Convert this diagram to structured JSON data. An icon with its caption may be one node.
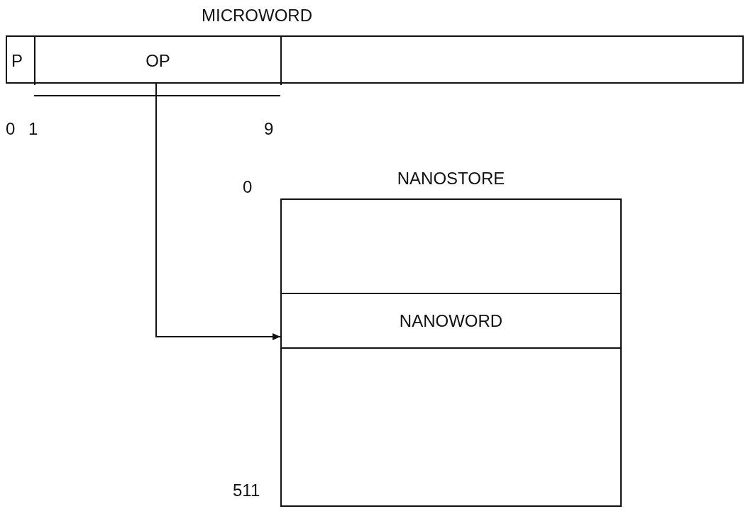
{
  "diagram": {
    "nodes": [
      {
        "text": [
          "MICROWORD"
        ]
      },
      {
        "text": [
          "P"
        ],
        "in": 0
      },
      {
        "text": [
          "OP"
        ],
        "in": 0
      },
      {
        "text": [
          "NANOSTORE"
        ]
      },
      {
        "text": [
          "NANOWORD"
        ],
        "in": 3
      }
    ],
    "edges": [
      {
        "from": 2,
        "to": 4,
        "arrow": "to"
      }
    ],
    "labels": [
      "0",
      "1",
      "9",
      "0",
      "511"
    ]
  }
}
